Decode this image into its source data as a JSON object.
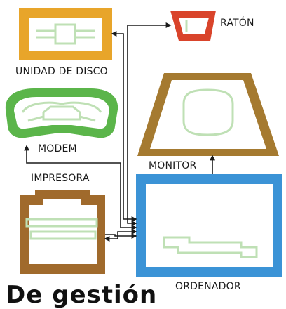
{
  "diagram": {
    "labels": {
      "disk": "UNIDAD DE DISCO",
      "mouse": "RATÓN",
      "modem": "MODEM",
      "printer": "IMPRESORA",
      "monitor": "MONITOR",
      "computer": "ORDENADOR"
    },
    "footer_text": "De gestión",
    "colors": {
      "disk_frame": "#E8A52A",
      "mouse_frame": "#D9442B",
      "modem_frame": "#5BB54A",
      "printer_frame": "#A06A2C",
      "monitor_frame": "#A57A30",
      "computer_frame": "#3B93D6",
      "inner_line": "#BFE0B5",
      "connector": "#1a1a1a"
    }
  }
}
